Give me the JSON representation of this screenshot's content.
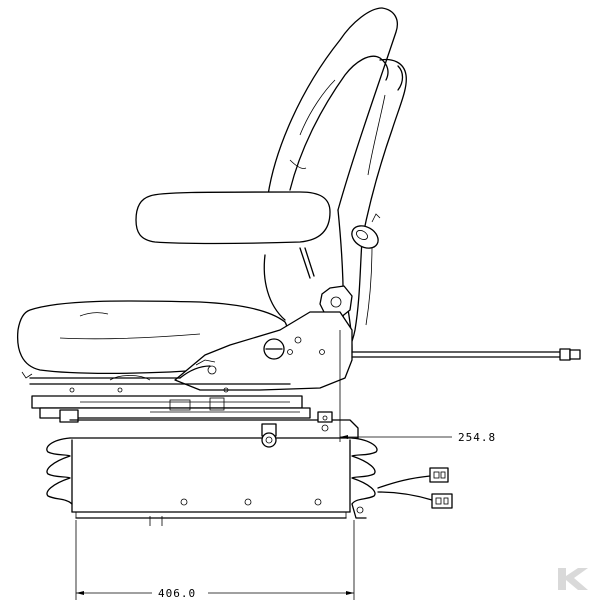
{
  "dimensions": {
    "height_offset": "254.8",
    "base_width": "406.0"
  },
  "logo": {
    "letter": "K",
    "color": "#d9d9d9"
  }
}
